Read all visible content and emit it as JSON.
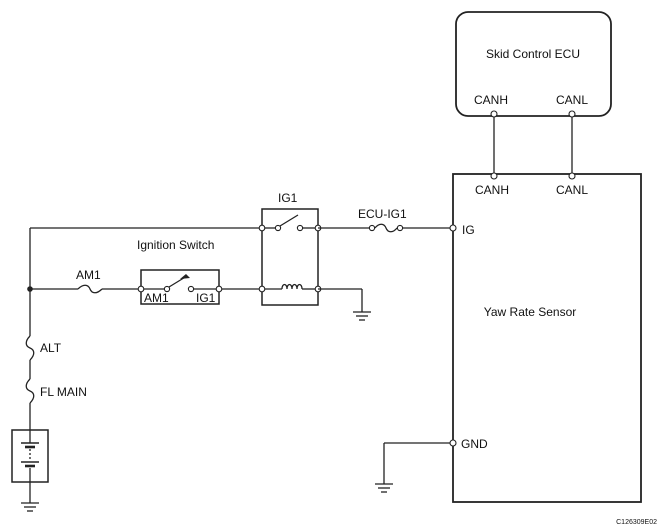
{
  "components": {
    "skid_control_ecu": {
      "title": "Skid Control ECU",
      "pin_canh": "CANH",
      "pin_canl": "CANL"
    },
    "yaw_rate_sensor": {
      "title": "Yaw Rate Sensor",
      "pin_canh": "CANH",
      "pin_canl": "CANL",
      "pin_ig": "IG",
      "pin_gnd": "GND"
    },
    "ig1_relay": {
      "label": "IG1"
    },
    "ignition_switch": {
      "label": "Ignition Switch",
      "pin_am1": "AM1",
      "pin_ig1": "IG1"
    }
  },
  "fuses": {
    "ecu_ig1": "ECU-IG1",
    "am1": "AM1",
    "alt": "ALT",
    "fl_main": "FL MAIN"
  },
  "figure_code": "C126309E02"
}
